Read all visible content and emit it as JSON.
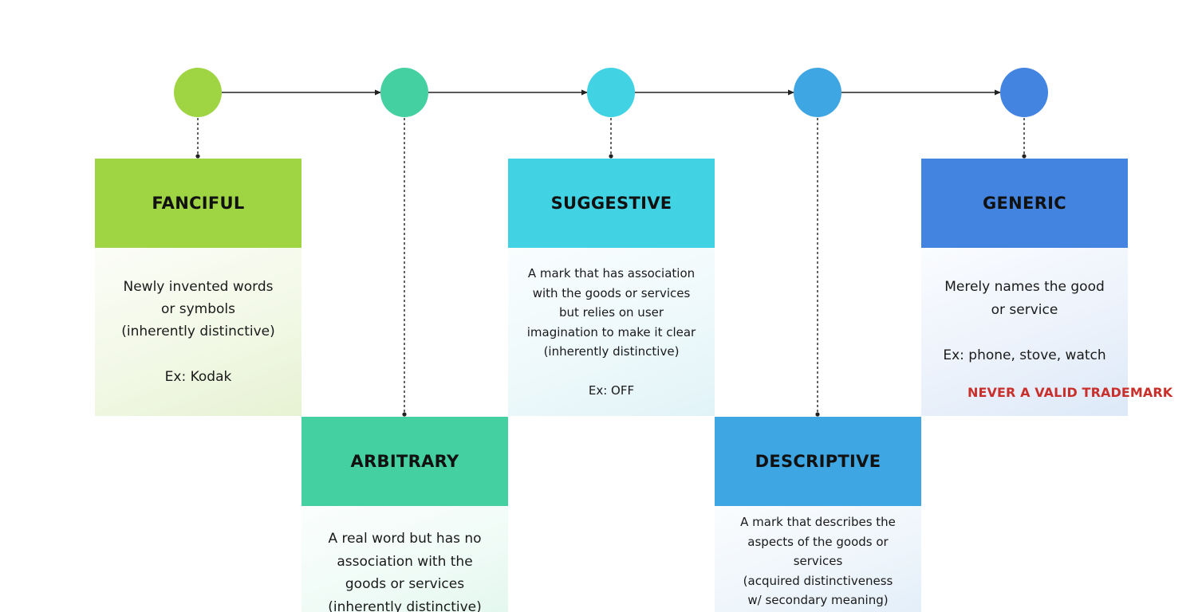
{
  "colors": {
    "fanciful": "#9fd443",
    "arbitrary": "#45d0a2",
    "suggestive": "#41d2e3",
    "descriptive": "#3ea6e3",
    "generic": "#4384e1",
    "warning": "#c9302c",
    "arrow": "#222222"
  },
  "stages": [
    {
      "title": "FANCIFUL",
      "lines": [
        "Newly invented words",
        "or symbols",
        "(inherently distinctive)",
        "",
        "Ex: Kodak"
      ]
    },
    {
      "title": "ARBITRARY",
      "lines": [
        "A real word but has no",
        "association with the",
        "goods or services",
        "(inherently distinctive)"
      ]
    },
    {
      "title": "SUGGESTIVE",
      "lines": [
        "A mark that has association",
        "with the goods or services",
        "but relies on user",
        "imagination to make it clear",
        "(inherently distinctive)",
        "",
        "Ex: OFF"
      ]
    },
    {
      "title": "DESCRIPTIVE",
      "lines": [
        "A mark that describes the",
        "aspects of the goods or",
        "services",
        "(acquired distinctiveness",
        "w/ secondary meaning)"
      ]
    },
    {
      "title": "GENERIC",
      "lines": [
        "Merely names the good",
        "or service",
        "",
        "Ex: phone, stove, watch"
      ],
      "warning": "NEVER A VALID TRADEMARK"
    }
  ]
}
